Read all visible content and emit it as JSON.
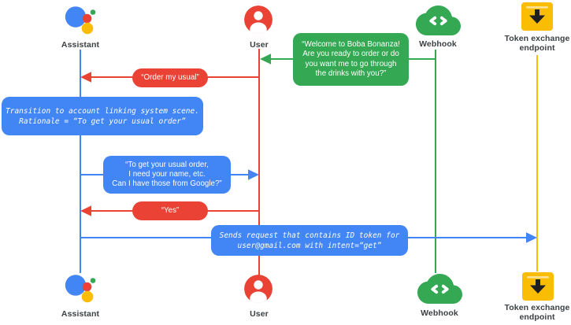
{
  "colors": {
    "assistant_blue": "#4285F4",
    "user_red": "#EA4335",
    "webhook_green": "#34A853",
    "token_yellow": "#FBBC04",
    "label_gray": "#3C4043"
  },
  "icons": {
    "assistant": "google-assistant-logo-icon",
    "user": "person-circle-icon",
    "webhook": "cloud-code-icon",
    "token": "token-download-tray-icon"
  },
  "actors": {
    "assistant": {
      "label": "Assistant"
    },
    "user": {
      "label": "User"
    },
    "webhook": {
      "label": "Webhook"
    },
    "token": {
      "label": "Token exchange\nendpoint"
    }
  },
  "messages": {
    "welcome": {
      "from": "Webhook",
      "to": "User",
      "text": "“Welcome to Boba Bonanza!\nAre you ready to order or do\nyou want me to go through\nthe drinks with you?”"
    },
    "order_usual": {
      "from": "User",
      "to": "Assistant",
      "text": "“Order my usual”"
    },
    "transition_note": {
      "on": "Assistant",
      "text": "Transition to account linking system scene.\nRationale = “To get your usual order”"
    },
    "ask_google": {
      "from": "Assistant",
      "to": "User",
      "text": "“To get your usual order,\nI need your name, etc.\nCan I have those from Google?”"
    },
    "yes": {
      "from": "User",
      "to": "Assistant",
      "text": "“Yes”"
    },
    "send_request": {
      "from": "Assistant",
      "to": "Token exchange endpoint",
      "text": "Sends request that contains ID token for\nuser@gmail.com with intent=“get”"
    }
  }
}
